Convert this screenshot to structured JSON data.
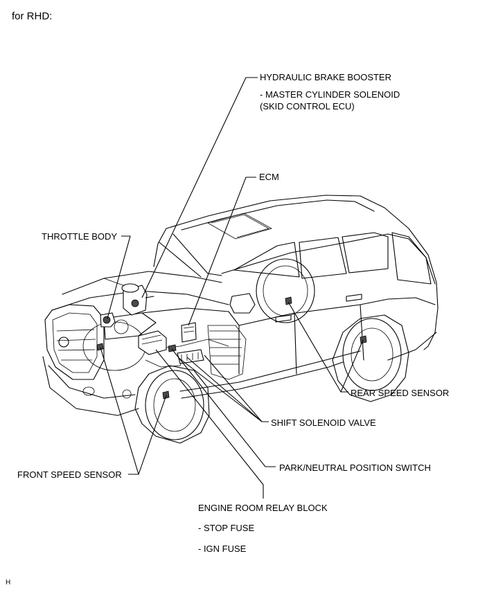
{
  "header": {
    "text": "for RHD:"
  },
  "labels": {
    "hydraulic_brake_booster": "HYDRAULIC BRAKE BOOSTER",
    "master_cylinder_solenoid": "- MASTER CYLINDER SOLENOID",
    "skid_control_ecu": "(SKID CONTROL ECU)",
    "ecm": "ECM",
    "throttle_body": "THROTTLE BODY",
    "rear_speed_sensor": "REAR SPEED SENSOR",
    "shift_solenoid_valve": "SHIFT SOLENOID VALVE",
    "park_neutral_position_switch": "PARK/NEUTRAL POSITION SWITCH",
    "front_speed_sensor": "FRONT SPEED SENSOR",
    "engine_room_relay_block": "ENGINE ROOM RELAY BLOCK",
    "stop_fuse": "- STOP FUSE",
    "ign_fuse": "- IGN FUSE"
  },
  "footer": {
    "text": "H"
  }
}
